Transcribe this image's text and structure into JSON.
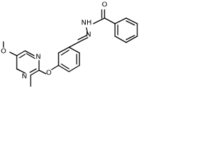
{
  "molecule": {
    "atoms": {
      "o_methoxy": "O",
      "n_ring_upper": "N",
      "n_ring_lower": "N",
      "o_ether": "O",
      "n_imine": "N",
      "nh_hydrazide": "NH",
      "o_carbonyl": "O"
    }
  }
}
